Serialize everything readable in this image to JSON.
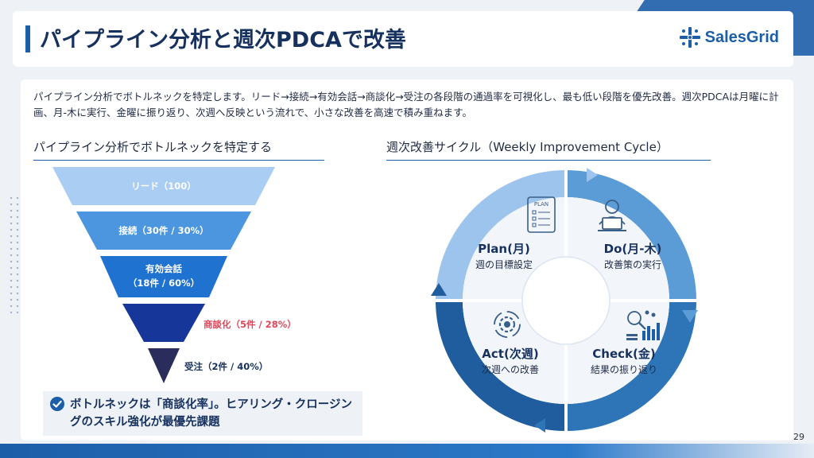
{
  "header": {
    "title": "パイプライン分析と週次PDCAで改善",
    "logo_text": "SalesGrid"
  },
  "intro": "パイプライン分析でボトルネックを特定します。リード→接続→有効会話→商談化→受注の各段階の通過率を可視化し、最も低い段階を優先改善。週次PDCAは月曜に計画、月-木に実行、金曜に振り返り、次週へ反映という流れで、小さな改善を高速で積み重ねます。",
  "funnel_section": {
    "title": "パイプライン分析でボトルネックを特定する",
    "stages": [
      {
        "label": "リード（100）",
        "color": "#a9cdf3"
      },
      {
        "label": "接続（30件 / 30%）",
        "color": "#4b96de"
      },
      {
        "label_line1": "有効会話",
        "label_line2": "（18件 / 60%）",
        "color": "#1f72cf"
      },
      {
        "label": "商談化（5件 / 28%）",
        "color": "#16369a",
        "label_color": "#e0485a"
      },
      {
        "label": "受注（2件 / 40%）",
        "color": "#2a2d5c",
        "label_color": "#16315e"
      }
    ],
    "callout": "ボトルネックは「商談化率」。ヒアリング・クロージングのスキル強化が最優先課題"
  },
  "cycle_section": {
    "title": "週次改善サイクル（Weekly Improvement Cycle）",
    "quadrants": {
      "plan": {
        "title": "Plan(月)",
        "sub": "週の目標設定"
      },
      "do": {
        "title": "Do(月-木)",
        "sub": "改善策の実行"
      },
      "act": {
        "title": "Act(次週)",
        "sub": "次週への改善"
      },
      "check": {
        "title": "Check(金)",
        "sub": "結果の振り返り"
      }
    },
    "icons": {
      "plan": "plan-document-icon",
      "do": "person-laptop-icon",
      "act": "gear-cycle-icon",
      "check": "chart-analysis-icon"
    },
    "plan_icon_text": "PLAN"
  },
  "page_number": "29",
  "colors": {
    "brand": "#1d5ea8",
    "dark": "#16315e",
    "alert": "#e0485a"
  }
}
